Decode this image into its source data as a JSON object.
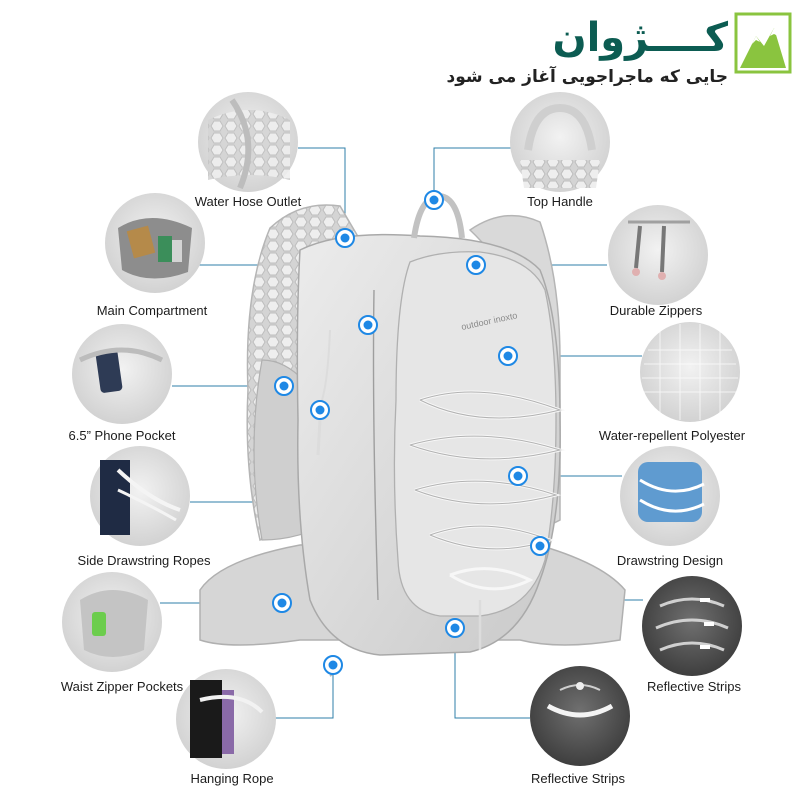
{
  "brand": {
    "name": "کــــژوان",
    "tagline": "جایی که ماجراجویی آغاز می شود",
    "logo_icon": "mountain-logo-icon",
    "accent": "#8ac43f",
    "text_color": "#0c5c52"
  },
  "hotspot_color": "#1e88e5",
  "line_color": "#2f7fa8",
  "features": {
    "water_hose_outlet": "Water Hose Outlet",
    "main_compartment": "Main Compartment",
    "phone_pocket": "6.5” Phone Pocket",
    "side_drawstring_ropes": "Side Drawstring Ropes",
    "waist_zipper_pockets": "Waist Zipper Pockets",
    "hanging_rope": "Hanging Rope",
    "top_handle": "Top Handle",
    "durable_zippers": "Durable Zippers",
    "water_repellent_polyester": "Water-repellent Polyester",
    "drawstring_design": "Drawstring Design",
    "reflective_strips_right": "Reflective Strips",
    "reflective_strips_bottom": "Reflective Strips"
  },
  "product_print": "outdoor inoxto"
}
